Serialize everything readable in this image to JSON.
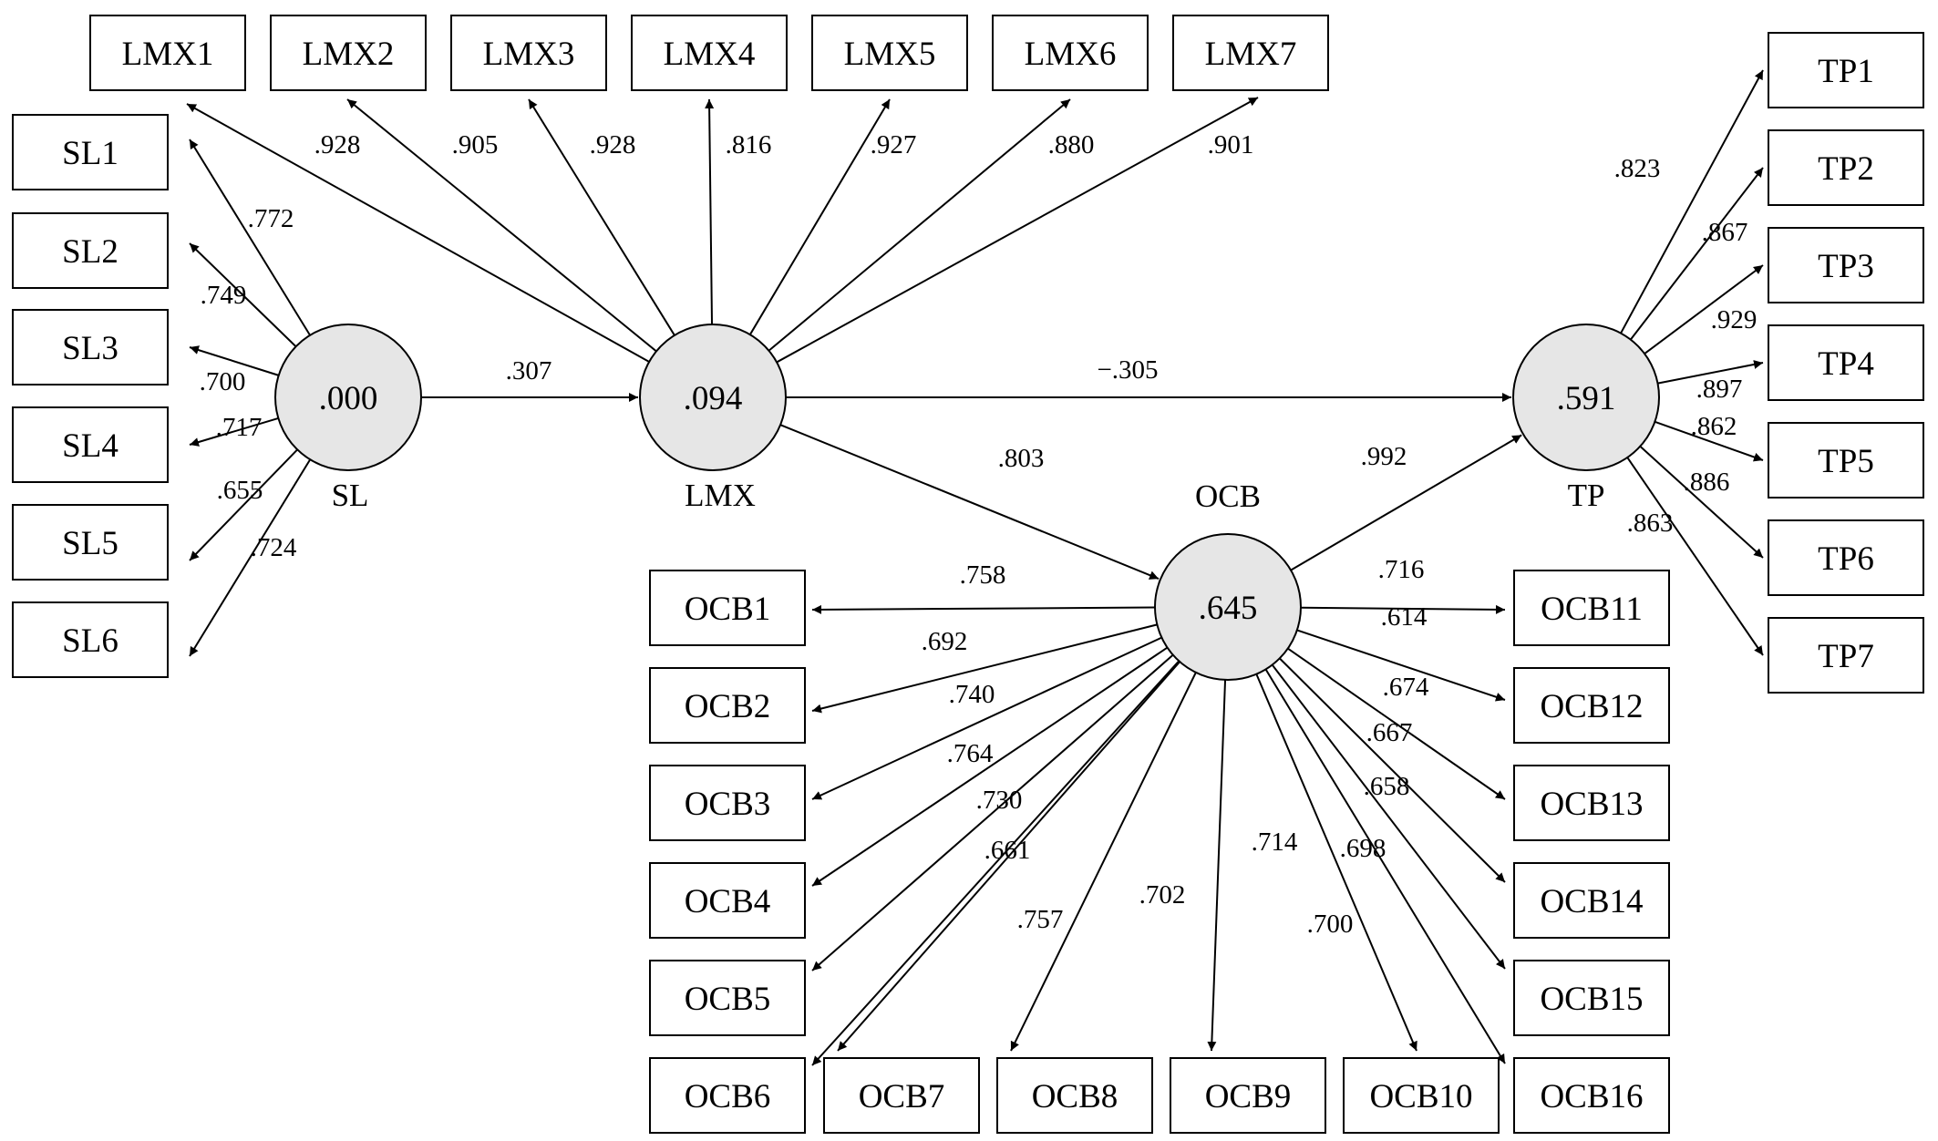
{
  "latent": [
    {
      "id": "SL",
      "name": "SL",
      "value": ".000"
    },
    {
      "id": "LMX",
      "name": "LMX",
      "value": ".094"
    },
    {
      "id": "OCB",
      "name": "OCB",
      "value": ".645"
    },
    {
      "id": "TP",
      "name": "TP",
      "value": ".591"
    }
  ],
  "indicators": {
    "SL": [
      {
        "id": "SL1",
        "label": "SL1",
        "loading": ".772"
      },
      {
        "id": "SL2",
        "label": "SL2",
        "loading": ".749"
      },
      {
        "id": "SL3",
        "label": "SL3",
        "loading": ".700"
      },
      {
        "id": "SL4",
        "label": "SL4",
        "loading": ".717"
      },
      {
        "id": "SL5",
        "label": "SL5",
        "loading": ".655"
      },
      {
        "id": "SL6",
        "label": "SL6",
        "loading": ".724"
      }
    ],
    "LMX": [
      {
        "id": "LMX1",
        "label": "LMX1",
        "loading": ".928"
      },
      {
        "id": "LMX2",
        "label": "LMX2",
        "loading": ".905"
      },
      {
        "id": "LMX3",
        "label": "LMX3",
        "loading": ".928"
      },
      {
        "id": "LMX4",
        "label": "LMX4",
        "loading": ".816"
      },
      {
        "id": "LMX5",
        "label": "LMX5",
        "loading": ".927"
      },
      {
        "id": "LMX6",
        "label": "LMX6",
        "loading": ".880"
      },
      {
        "id": "LMX7",
        "label": "LMX7",
        "loading": ".901"
      }
    ],
    "TP": [
      {
        "id": "TP1",
        "label": "TP1",
        "loading": ".823"
      },
      {
        "id": "TP2",
        "label": "TP2",
        "loading": ".867"
      },
      {
        "id": "TP3",
        "label": "TP3",
        "loading": ".929"
      },
      {
        "id": "TP4",
        "label": "TP4",
        "loading": ".897"
      },
      {
        "id": "TP5",
        "label": "TP5",
        "loading": ".862"
      },
      {
        "id": "TP6",
        "label": "TP6",
        "loading": ".886"
      },
      {
        "id": "TP7",
        "label": "TP7",
        "loading": ".863"
      }
    ],
    "OCB": [
      {
        "id": "OCB1",
        "label": "OCB1",
        "loading": ".758"
      },
      {
        "id": "OCB2",
        "label": "OCB2",
        "loading": ".692"
      },
      {
        "id": "OCB3",
        "label": "OCB3",
        "loading": ".740"
      },
      {
        "id": "OCB4",
        "label": "OCB4",
        "loading": ".764"
      },
      {
        "id": "OCB5",
        "label": "OCB5",
        "loading": ".730"
      },
      {
        "id": "OCB6",
        "label": "OCB6",
        "loading": ".661"
      },
      {
        "id": "OCB7",
        "label": "OCB7",
        "loading": ".757"
      },
      {
        "id": "OCB8",
        "label": "OCB8",
        "loading": ".702"
      },
      {
        "id": "OCB9",
        "label": "OCB9",
        "loading": ".714"
      },
      {
        "id": "OCB10",
        "label": "OCB10",
        "loading": ".700"
      },
      {
        "id": "OCB11",
        "label": "OCB11",
        "loading": ".716"
      },
      {
        "id": "OCB12",
        "label": "OCB12",
        "loading": ".614"
      },
      {
        "id": "OCB13",
        "label": "OCB13",
        "loading": ".674"
      },
      {
        "id": "OCB14",
        "label": "OCB14",
        "loading": ".667"
      },
      {
        "id": "OCB15",
        "label": "OCB15",
        "loading": ".658"
      },
      {
        "id": "OCB16",
        "label": "OCB16",
        "loading": ".698"
      }
    ]
  },
  "paths": [
    {
      "from": "SL",
      "to": "LMX",
      "coef": ".307"
    },
    {
      "from": "LMX",
      "to": "TP",
      "coef": "−.305"
    },
    {
      "from": "LMX",
      "to": "OCB",
      "coef": ".803"
    },
    {
      "from": "OCB",
      "to": "TP",
      "coef": ".992"
    }
  ]
}
